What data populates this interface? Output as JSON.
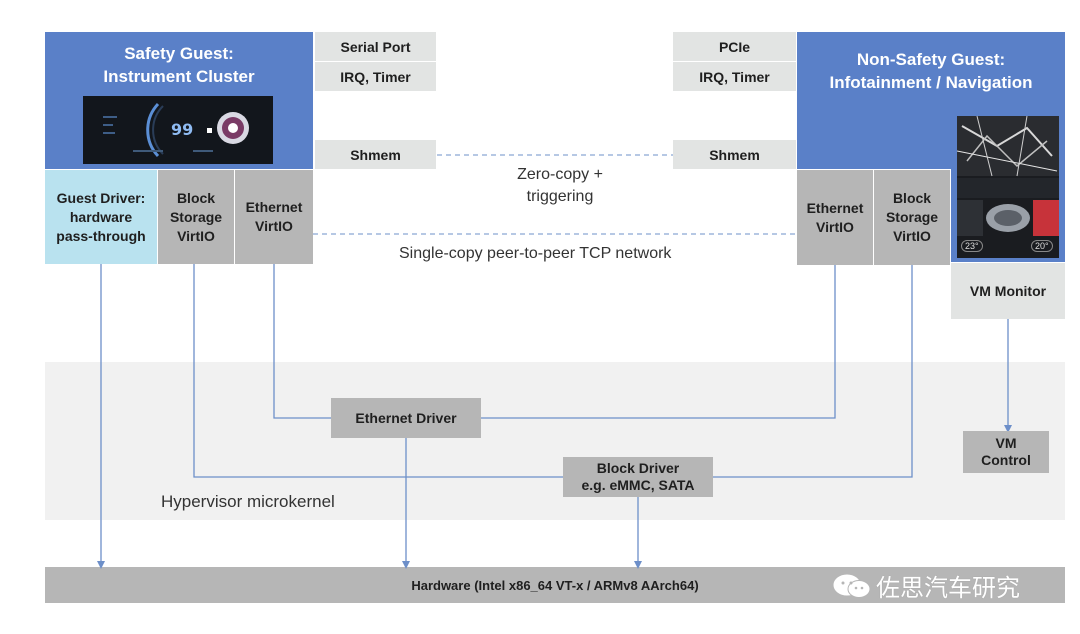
{
  "safety_guest": {
    "title": "Safety Guest:\nInstrument Cluster",
    "serial_port": "Serial Port",
    "irq_timer": "IRQ, Timer",
    "shmem": "Shmem",
    "guest_driver": "Guest Driver:\nhardware\npass-through",
    "block_storage": "Block\nStorage\nVirtIO",
    "ethernet": "Ethernet\nVirtIO",
    "cluster_speed": "99"
  },
  "non_safety_guest": {
    "title": "Non-Safety Guest:\nInfotainment / Navigation",
    "pcie": "PCIe",
    "irq_timer": "IRQ, Timer",
    "shmem": "Shmem",
    "ethernet": "Ethernet\nVirtIO",
    "block_storage": "Block\nStorage\nVirtIO",
    "vm_monitor": "VM Monitor",
    "temp_left": "23°",
    "temp_right": "20°"
  },
  "links": {
    "zero_copy": "Zero-copy +\ntriggering",
    "tcp_network": "Single-copy peer-to-peer TCP network"
  },
  "hypervisor": {
    "label": "Hypervisor microkernel",
    "ethernet_driver": "Ethernet Driver",
    "block_driver": "Block Driver\ne.g. eMMC, SATA",
    "vm_control": "VM\nControl"
  },
  "hardware": {
    "label": "Hardware (Intel x86_64 VT-x / ARMv8 AArch64)"
  },
  "watermark": {
    "text": "佐思汽车研究"
  },
  "colors": {
    "guest_blue": "#5a80c8",
    "light_box": "#e2e4e3",
    "gray_box": "#b6b6b6",
    "cyan_box": "#b9e2ef",
    "line_blue": "#6d8fc9"
  }
}
